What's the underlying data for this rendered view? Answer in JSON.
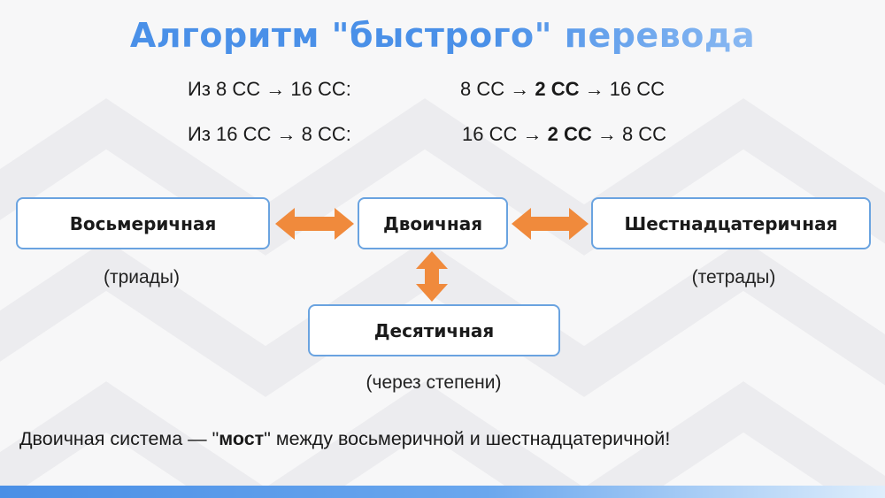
{
  "title": "Алгоритм \"быстрого\" перевода",
  "rules": [
    {
      "from": "Из 8 СС → 16 СС:",
      "path_start": "8 СС → ",
      "path_bridge": "2 СС",
      "path_end": " → 16 СС"
    },
    {
      "from": "Из 16 СС → 8 СС:",
      "path_start": "16 СС → ",
      "path_bridge": "2 СС",
      "path_end": " → 8 СС"
    }
  ],
  "nodes": {
    "octal": {
      "label": "Восьмеричная",
      "note": "(триады)"
    },
    "binary": {
      "label": "Двоичная"
    },
    "hex": {
      "label": "Шестнадцатеричная",
      "note": "(тетрады)"
    },
    "decimal": {
      "label": "Десятичная",
      "note": "(через степени)"
    }
  },
  "footer": {
    "before": "Двоичная система — \"",
    "bold": "мост",
    "after": "\" между восьмеричной и шестнадцатеричной!"
  },
  "colors": {
    "title_blue": "#4a90e8",
    "box_border": "#6aa3e0",
    "arrow_orange": "#f08a3c",
    "bottom_bar": "#4a8fe6"
  }
}
